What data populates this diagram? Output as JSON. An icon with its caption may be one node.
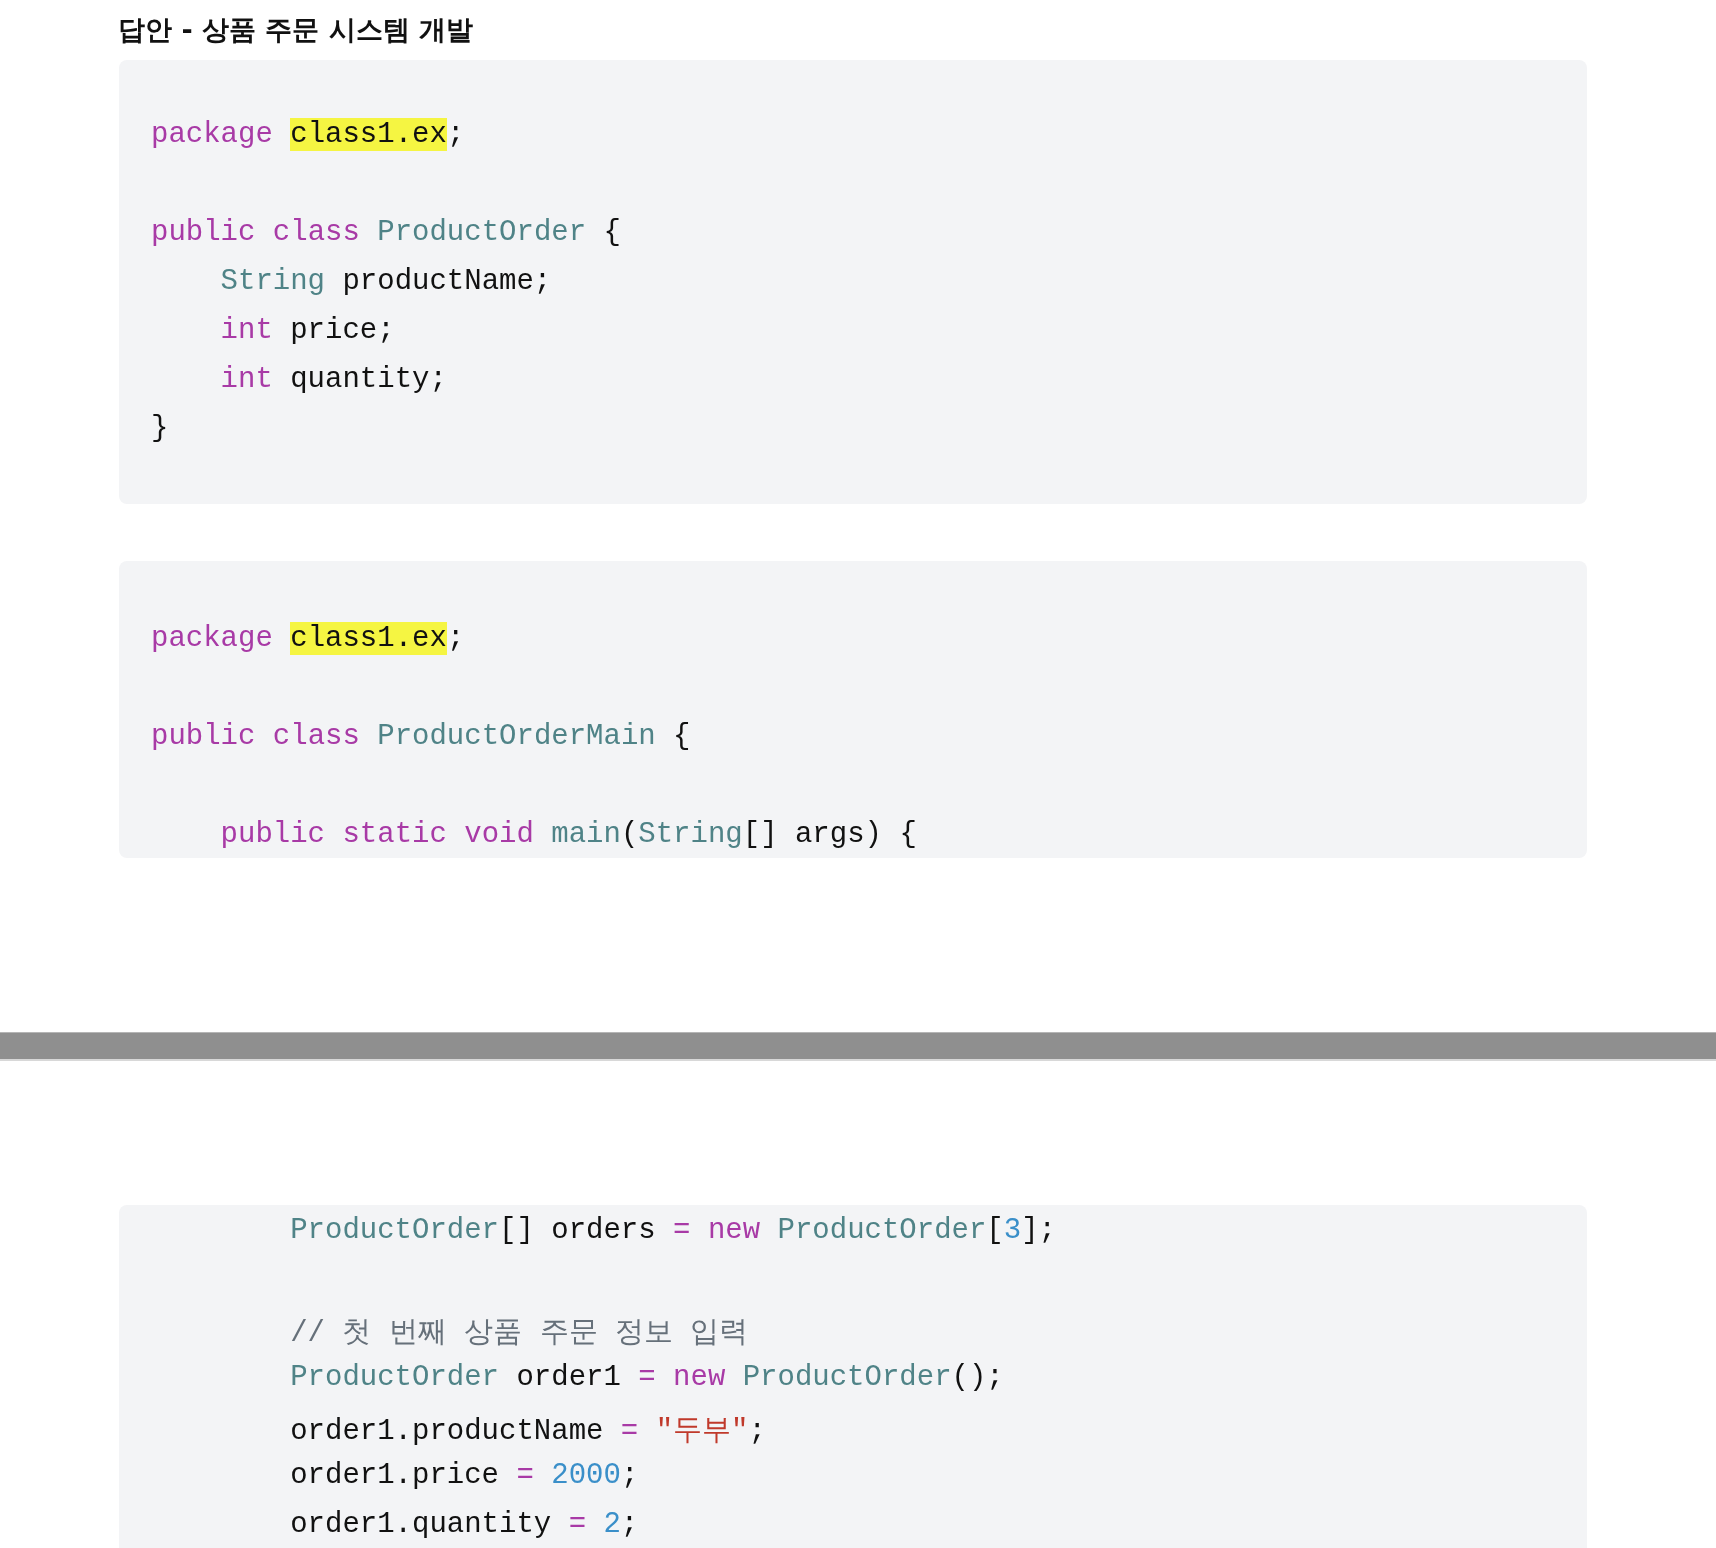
{
  "diagram": {
    "title": "답안 - 상품 주문 시스템 개발",
    "nodes": [
      {
        "text": [
          "package class1.ex;",
          "public class ProductOrder {",
          "String productName;",
          "int price;",
          "int quantity;",
          "}"
        ]
      },
      {
        "text": [
          "package class1.ex;",
          "public class ProductOrderMain {",
          "public static void main(String[] args) {"
        ]
      },
      {
        "text": [],
        "shape": "bar"
      },
      {
        "text": [
          "ProductOrder[] orders = new ProductOrder[3];",
          "// 첫 번째 상품 주문 정보 입력",
          "ProductOrder order1 = new ProductOrder();",
          "order1.productName = \"두부\";",
          "order1.price = 2000;",
          "order1.quantity = 2;"
        ]
      }
    ]
  }
}
